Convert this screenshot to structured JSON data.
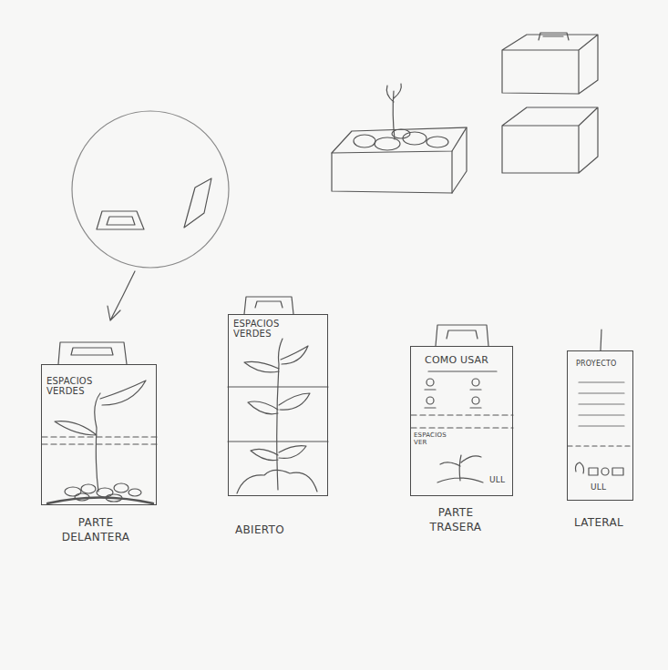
{
  "diagram": {
    "nodes": [
      {
        "text": [
          "ESPACIOS VERDES"
        ]
      },
      {
        "text": [
          "ESPACIOS VERDES"
        ]
      },
      {
        "text": [
          "COMO USAR",
          "ESPACIOS VER",
          "ULL"
        ]
      },
      {
        "text": [
          "PROYECTO",
          "ULL"
        ]
      }
    ],
    "labels": [
      "PARTE DELANTERA",
      "ABIERTO",
      "PARTE TRASERA",
      "LATERAL"
    ]
  }
}
